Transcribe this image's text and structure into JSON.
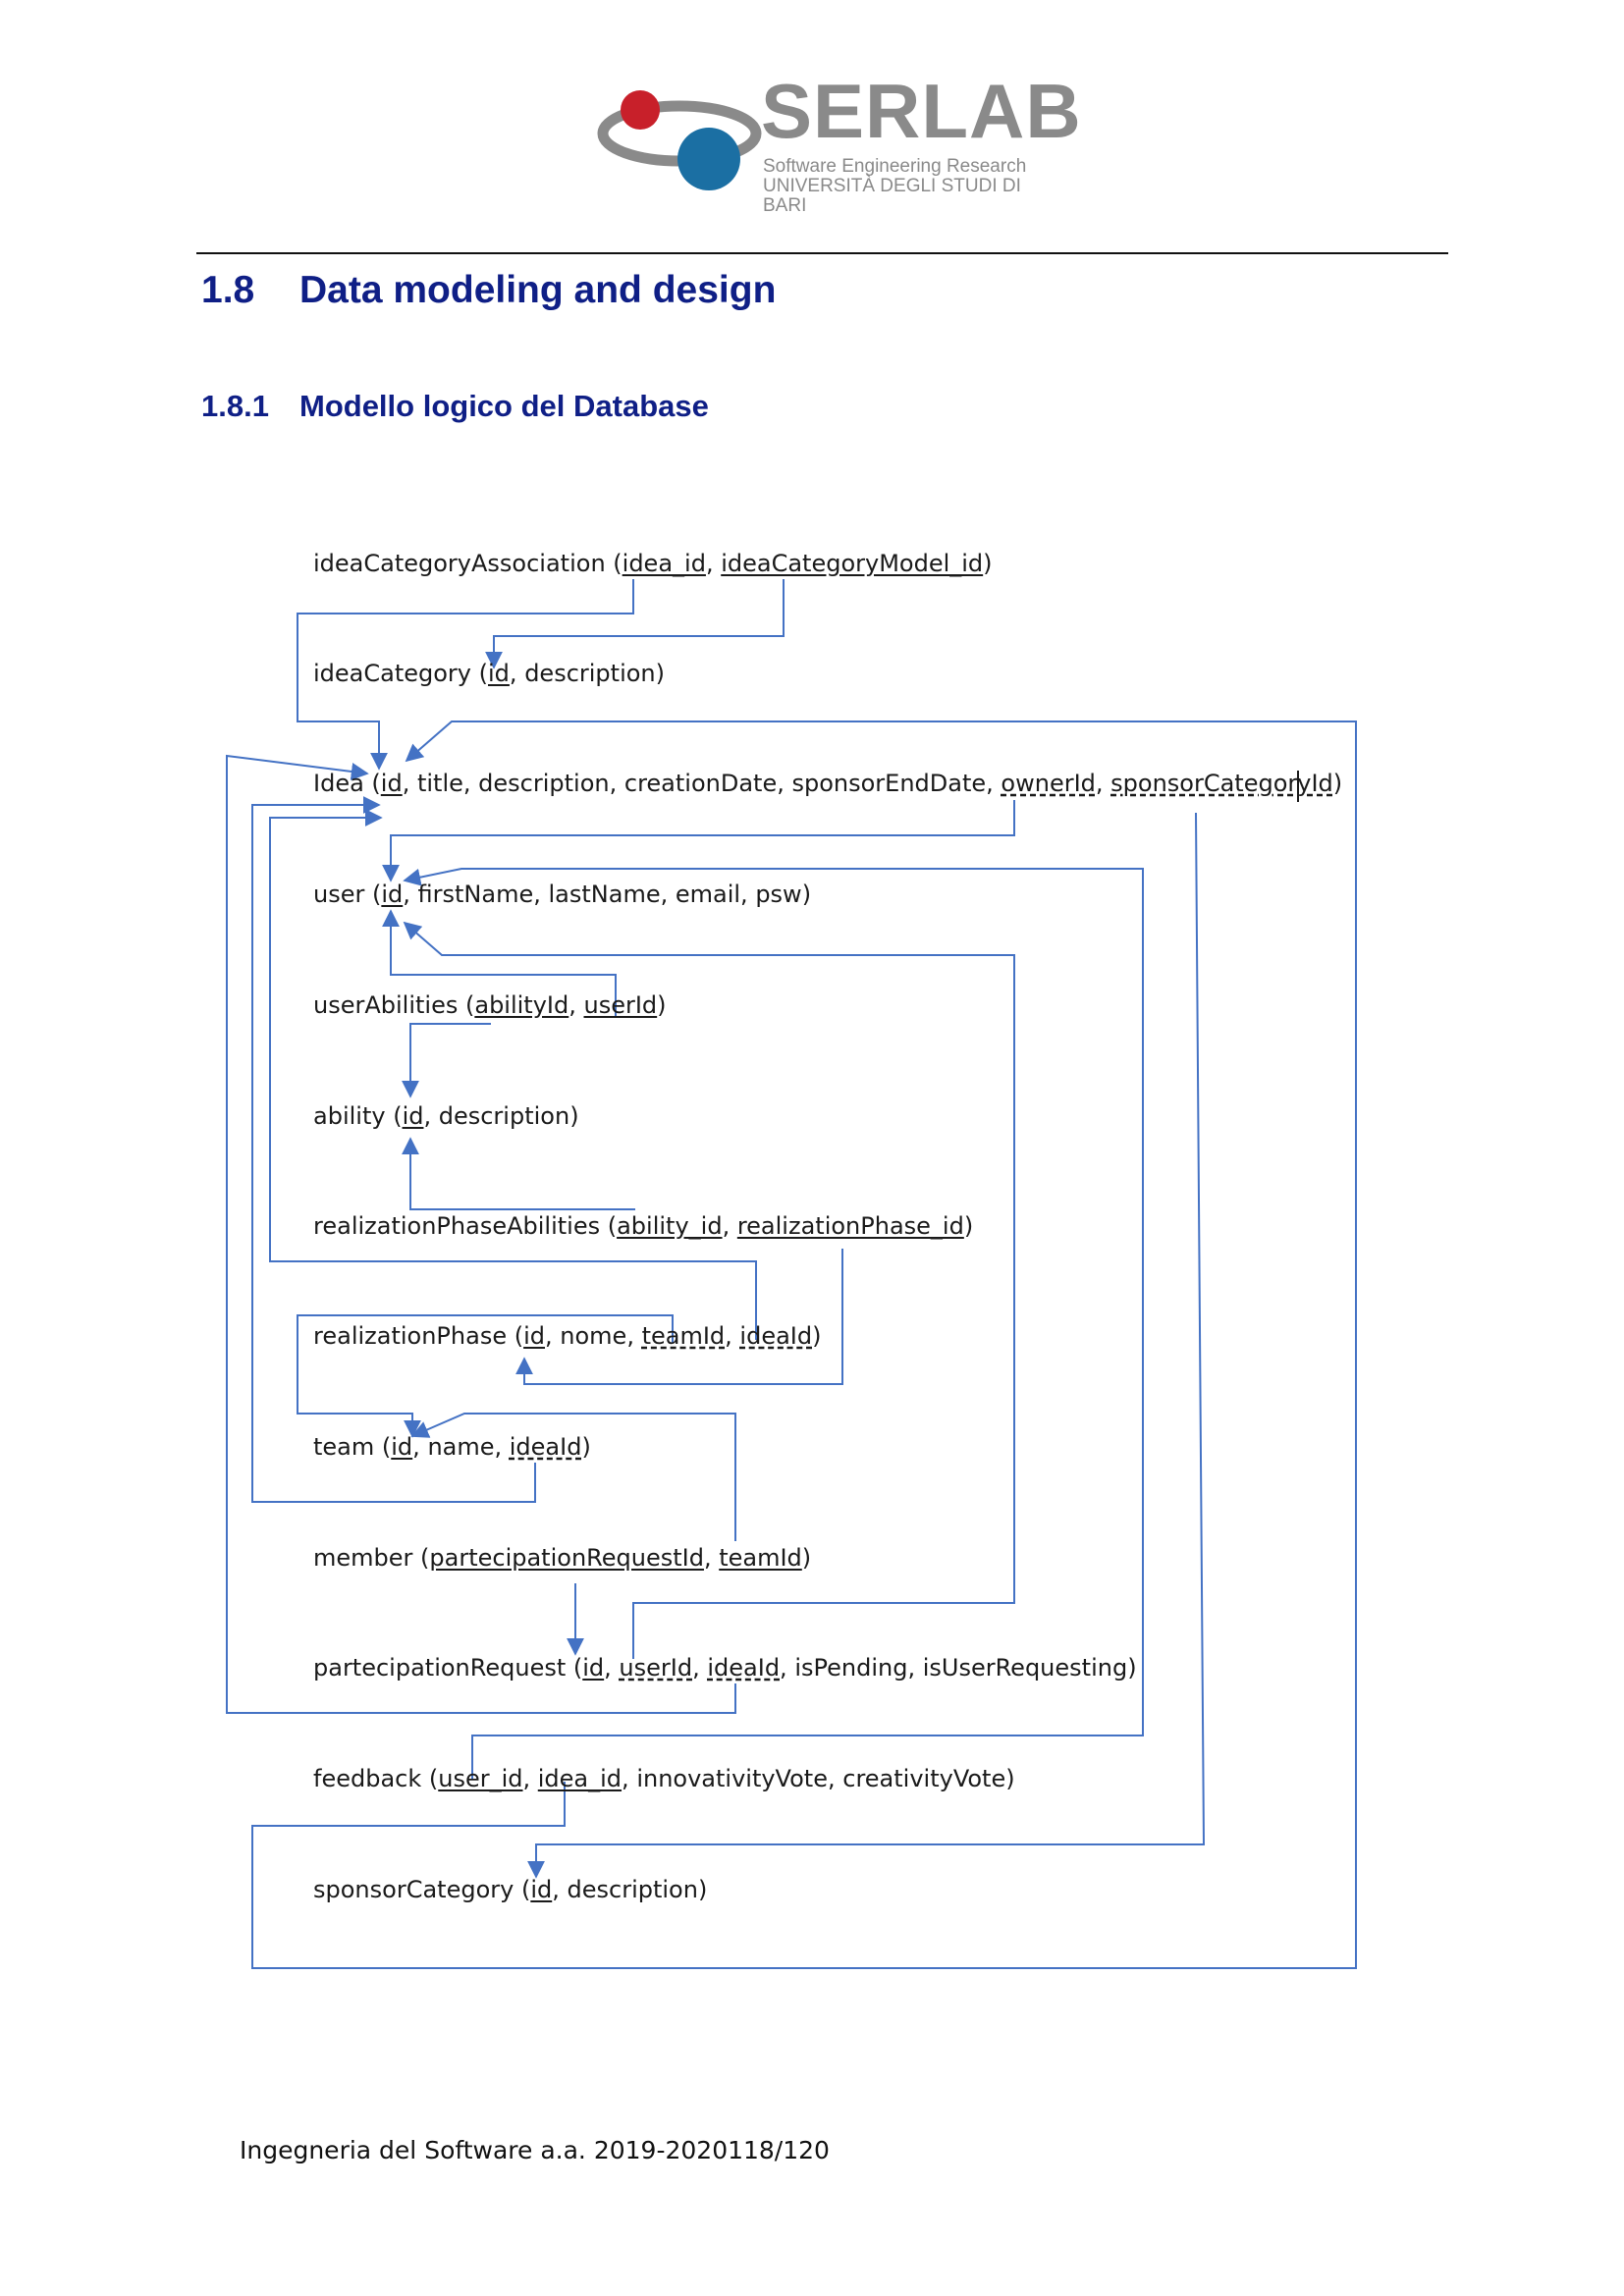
{
  "header": {
    "logo_word": "SERLAB",
    "logo_line1": "Software Engineering Research",
    "logo_line2": "UNIVERSITÀ DEGLI STUDI DI BARI"
  },
  "section": {
    "number": "1.8",
    "title": "Data modeling and design"
  },
  "subsection": {
    "number": "1.8.1",
    "title": "Modello logico del Database"
  },
  "entities": [
    {
      "name": "ideaCategoryAssociation",
      "fields": [
        {
          "t": "idea_id",
          "s": "k"
        },
        {
          "t": "ideaCategoryModel_id",
          "s": "k"
        }
      ]
    },
    {
      "name": "ideaCategory",
      "fields": [
        {
          "t": "id",
          "s": "k"
        },
        {
          "t": "description",
          "s": ""
        }
      ]
    },
    {
      "name": "Idea",
      "fields": [
        {
          "t": "id",
          "s": "k"
        },
        {
          "t": "title",
          "s": ""
        },
        {
          "t": "description",
          "s": ""
        },
        {
          "t": "creationDate",
          "s": ""
        },
        {
          "t": "sponsorEndDate",
          "s": ""
        },
        {
          "t": "ownerId",
          "s": "fk"
        },
        {
          "t": "sponsorCategoryId",
          "s": "fk"
        }
      ]
    },
    {
      "name": "user",
      "fields": [
        {
          "t": "id",
          "s": "k"
        },
        {
          "t": "firstName",
          "s": ""
        },
        {
          "t": "lastName",
          "s": ""
        },
        {
          "t": "email",
          "s": ""
        },
        {
          "t": "psw",
          "s": ""
        }
      ]
    },
    {
      "name": "userAbilities",
      "fields": [
        {
          "t": "abilityId",
          "s": "k"
        },
        {
          "t": "userId",
          "s": "k"
        }
      ]
    },
    {
      "name": "ability",
      "fields": [
        {
          "t": "id",
          "s": "k"
        },
        {
          "t": "description",
          "s": ""
        }
      ]
    },
    {
      "name": "realizationPhaseAbilities",
      "fields": [
        {
          "t": "ability_id",
          "s": "k"
        },
        {
          "t": "realizationPhase_id",
          "s": "k"
        }
      ]
    },
    {
      "name": "realizationPhase",
      "fields": [
        {
          "t": "id",
          "s": "k"
        },
        {
          "t": "nome",
          "s": ""
        },
        {
          "t": "teamId",
          "s": "fk"
        },
        {
          "t": "ideaId",
          "s": "fk"
        }
      ]
    },
    {
      "name": "team",
      "fields": [
        {
          "t": "id",
          "s": "k"
        },
        {
          "t": "name",
          "s": ""
        },
        {
          "t": "ideaId",
          "s": "fk"
        }
      ]
    },
    {
      "name": "member",
      "fields": [
        {
          "t": "partecipationRequestId",
          "s": "k"
        },
        {
          "t": "teamId",
          "s": "k"
        }
      ]
    },
    {
      "name": "partecipationRequest",
      "fields": [
        {
          "t": "id",
          "s": "k"
        },
        {
          "t": "userId",
          "s": "fk"
        },
        {
          "t": "ideaId",
          "s": "fk"
        },
        {
          "t": "isPending",
          "s": ""
        },
        {
          "t": "isUserRequesting",
          "s": ""
        }
      ]
    },
    {
      "name": "feedback",
      "fields": [
        {
          "t": "user_id",
          "s": "k"
        },
        {
          "t": "idea_id",
          "s": "k"
        },
        {
          "t": "innovativityVote",
          "s": ""
        },
        {
          "t": "creativityVote",
          "s": ""
        }
      ]
    },
    {
      "name": "sponsorCategory",
      "fields": [
        {
          "t": "id",
          "s": "k"
        },
        {
          "t": "description",
          "s": ""
        }
      ]
    }
  ],
  "footer": {
    "text": "Ingegneria del Software a.a. 2019-2020118/120"
  },
  "colors": {
    "heading": "#0f1f86",
    "connector": "#4472c4",
    "logo_red": "#c8202a",
    "logo_blue": "#1b6fa3"
  }
}
